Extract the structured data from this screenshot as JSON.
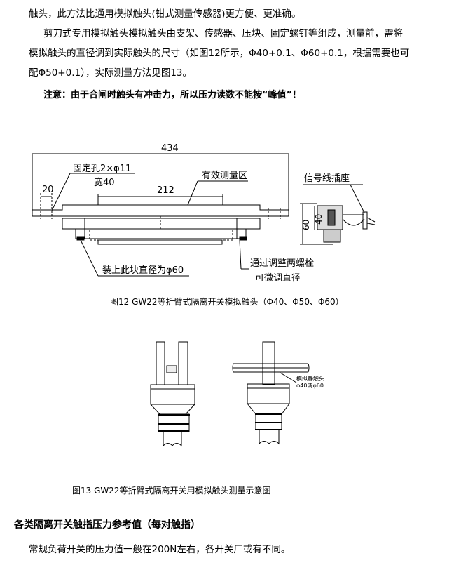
{
  "paragraphs": {
    "line1": "触头，此方法比通用模拟触头(钳式测量传感器)更方便、更准确。",
    "line2": "剪刀式专用模拟触头模拟触头由支架、传感器、压块、固定螺钉等组成，测量前，需将",
    "line3": "模拟触头的直径调到实际触头的尺寸（如图12所示，Φ40+0.1、Φ60+0.1，根据需要也可",
    "line4": "配Φ50+0.1），实际测量方法见图13。",
    "note": "注意：由于合闸时触头有冲击力，所以压力读数不能按“峰值”！"
  },
  "figure12": {
    "dim_total": "434",
    "dim_left": "20",
    "dim_zone": "212",
    "label_holes": "固定孔2×φ11",
    "label_width": "宽40",
    "label_zone": "有效测量区",
    "label_socket": "信号线插座",
    "dim_60": "60",
    "dim_40": "40",
    "label_block": "装上此块直径为φ60",
    "label_adjust1": "通过调整两螺栓",
    "label_adjust2": "可微调直径",
    "caption": "图12 GW22等折臂式隔离开关模拟触头（Φ40、Φ50、Φ60）"
  },
  "figure13": {
    "label_contact": "模拟静触头",
    "label_dia": "φ40或φ60",
    "caption": "图13    GW22等折臂式隔离开关用模拟触头测量示意图"
  },
  "section": {
    "heading": "各类隔离开关触指压力参考值（每对触指）",
    "body": "常规负荷开关的压力值一般在200N左右，各开关厂或有不同。"
  }
}
